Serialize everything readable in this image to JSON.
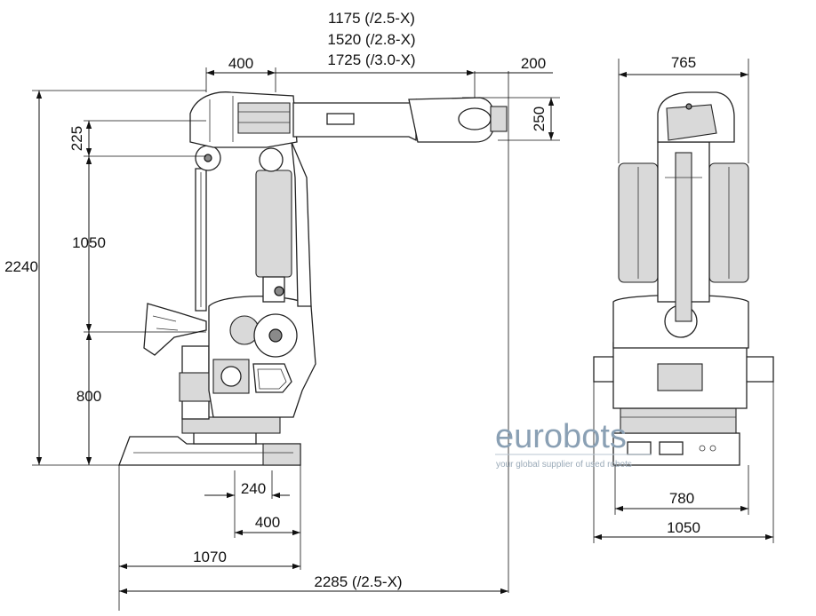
{
  "drawing": {
    "reach_labels": [
      "1175 (/2.5-X)",
      "1520 (/2.8-X)",
      "1725 (/3.0-X)"
    ],
    "dim_upper_arm_offset": "400",
    "dim_wrist_offset": "200",
    "dim_wrist_height": "250",
    "dim_arm_225": "225",
    "dim_arm_1050": "1050",
    "dim_total_height": "2240",
    "dim_base_800": "800",
    "dim_base_240": "240",
    "dim_base_400": "400",
    "dim_base_1070": "1070",
    "dim_total_length": "2285 (/2.5-X)",
    "dim_front_top": "765",
    "dim_front_780": "780",
    "dim_front_1050": "1050"
  },
  "watermark": {
    "brand": "eurobots",
    "tagline": "your global supplier of used robots"
  },
  "colors": {
    "line": "#111111",
    "watermark": "#8aa0b4"
  }
}
